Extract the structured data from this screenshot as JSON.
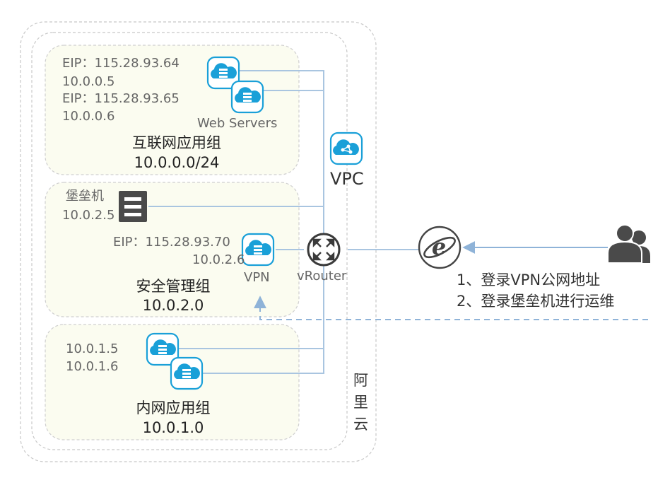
{
  "cloud_label": [
    "阿",
    "里",
    "云"
  ],
  "vpc": {
    "label": "VPC"
  },
  "router": {
    "label": "vRouter"
  },
  "groups": {
    "internet": {
      "title": "互联网应用组",
      "cidr": "10.0.0.0/24",
      "server_label": "Web Servers",
      "lines": [
        "EIP：115.28.93.64",
        "10.0.0.5",
        "EIP：115.28.93.65",
        "10.0.0.6"
      ]
    },
    "security": {
      "title": "安全管理组",
      "cidr": "10.0.2.0",
      "bastion_label": "堡垒机",
      "bastion_ip": "10.0.2.5",
      "vpn_eip": "EIP：115.28.93.70",
      "vpn_ip": "10.0.2.6",
      "vpn_label": "VPN"
    },
    "intranet": {
      "title": "内网应用组",
      "cidr": "10.0.1.0",
      "lines": [
        "10.0.1.5",
        "10.0.1.6"
      ]
    }
  },
  "steps": [
    "1、登录VPN公网地址",
    "2、登录堡垒机进行运维"
  ],
  "colors": {
    "accent": "#1aa0d8",
    "line": "#a9c5e0",
    "dashed": "#8fb3d8",
    "group_fill": "#fbfcf0"
  }
}
